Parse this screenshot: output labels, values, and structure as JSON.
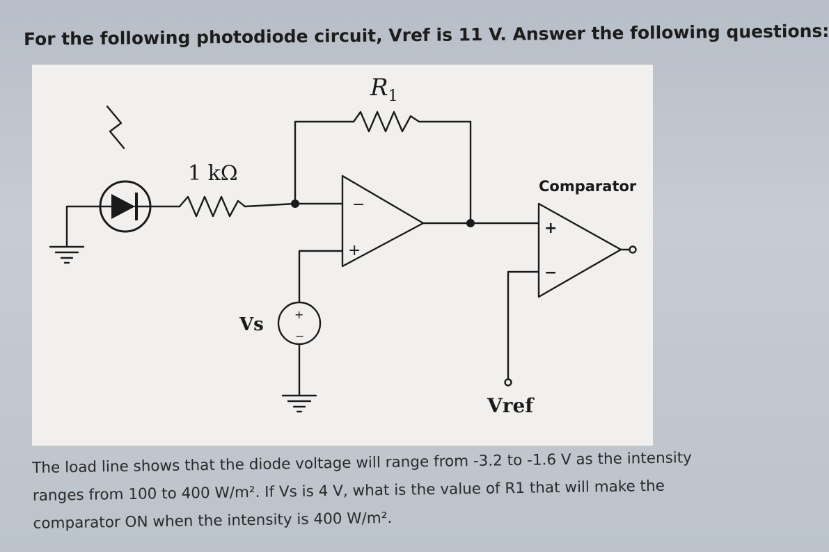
{
  "question": {
    "title": "For the following photodiode circuit, Vref is 11 V. Answer the following questions:",
    "body_lines": [
      "The load line shows that the diode voltage will range from -3.2 to -1.6 V as the intensity",
      "ranges from 100 to 400 W/m². If Vs is 4 V, what is the value of R1 that will make the",
      "comparator ON when the intensity is 400 W/m²."
    ]
  },
  "circuit": {
    "feedback_resistor_label_main": "R",
    "feedback_resistor_label_sub": "1",
    "input_resistor_label": "1 kΩ",
    "source_label": "Vs",
    "source_plus": "+",
    "source_minus": "−",
    "opamp_minus": "−",
    "opamp_plus": "+",
    "comparator_label": "Comparator",
    "comparator_plus": "+",
    "comparator_minus": "−",
    "vref_label": "Vref"
  }
}
